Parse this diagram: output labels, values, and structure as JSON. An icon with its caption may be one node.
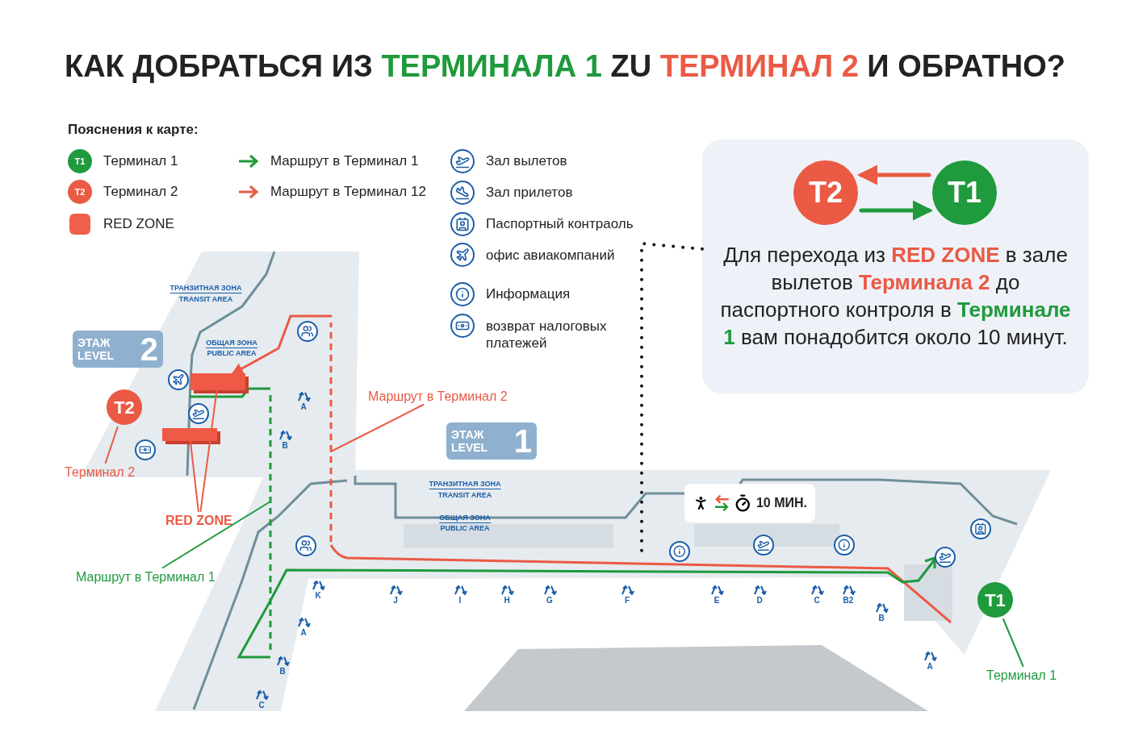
{
  "diagram": {
    "title": "КАК ДОБРАТЬСЯ ИЗ **ТЕРМИНАЛА 1** ZU *ТЕРМИНАЛ 2* И ОБРАТНО?",
    "nodes": [
      {
        "text": [
          "Для перехода из *RED ZONE* в зале вылетов *Терминала 2* до паспортного контроля в **Терминале 1** вам понадобится около 10 минут."
        ]
      },
      {
        "text": [
          "T2"
        ],
        "in": 0
      },
      {
        "text": [
          "T1"
        ],
        "in": 0
      },
      {
        "text": [
          "ЭТАЖ LEVEL",
          "2"
        ]
      },
      {
        "text": [
          "T2"
        ]
      },
      {
        "text": [
          "Терминал 2"
        ]
      },
      {
        "text": [],
        "shape": "box"
      },
      {
        "text": [],
        "shape": "box"
      },
      {
        "text": [
          "RED ZONE"
        ]
      },
      {
        "text": [
          "Маршрут в Терминал 2"
        ]
      },
      {
        "text": [
          "ЭТАЖ LEVEL",
          "1"
        ]
      },
      {
        "text": [
          "Маршрут в Терминал 1"
        ]
      },
      {
        "text": [
          "10 МИН."
        ]
      },
      {
        "text": [
          "T1"
        ]
      },
      {
        "text": [
          "Терминал 1"
        ]
      }
    ],
    "edges": [
      {
        "from": 2,
        "to": 1,
        "arrow": "to",
        "style": "thick",
        "color": "#ea5a45"
      },
      {
        "from": 1,
        "to": 2,
        "arrow": "to",
        "style": "thick",
        "color": "#1f9a3c"
      },
      {
        "from": 0,
        "to": null,
        "arrow": "none",
        "style": "dashed",
        "color": "#111111"
      },
      {
        "from": 5,
        "to": 4,
        "arrow": "none",
        "color": "#ea5a45"
      },
      {
        "from": 8,
        "to": 6,
        "arrow": "none",
        "color": "#ea5a45"
      },
      {
        "from": 8,
        "to": 7,
        "arrow": "none",
        "color": "#ea5a45"
      },
      {
        "from": 9,
        "to": null,
        "arrow": "none",
        "color": "#ea5a45"
      },
      {
        "from": 11,
        "to": null,
        "arrow": "none",
        "color": "#1f9a3c"
      },
      {
        "from": 14,
        "to": 13,
        "arrow": "none",
        "color": "#1f9a3c"
      },
      {
        "from": null,
        "to": 6,
        "arrow": "to",
        "color": "#ea5a45"
      }
    ],
    "labels": [
      "Пояснения к карте:",
      "T1",
      "T2",
      "ТРАНЗИТНАЯ ЗОНА",
      "TRANSIT AREA",
      "ОБЩАЯ ЗОНА",
      "PUBLIC AREA",
      "A",
      "B",
      "ТРАНЗИТНАЯ ЗОНА",
      "TRANSIT AREA",
      "ОБЩАЯ ЗОНА",
      "PUBLIC AREA",
      "K",
      "J",
      "I",
      "H",
      "G",
      "F",
      "E",
      "D",
      "C",
      "B2",
      "B",
      "A",
      "A",
      "B",
      "C"
    ],
    "legend": [
      {
        "text": "Терминал 1",
        "color": "#1f9a3c"
      },
      {
        "text": "Терминал 2",
        "color": "#ea5a45"
      },
      {
        "text": "RED ZONE",
        "color": "#f0604c"
      },
      {
        "text": "Маршрут в Терминал 1"
      },
      {
        "text": "Маршрут в Терминал 12"
      },
      {
        "text": "Зал вылетов"
      },
      {
        "text": "Зал прилетов"
      },
      {
        "text": "Паспортный контраоль"
      },
      {
        "text": "офис авиакомпаний"
      },
      {
        "text": "Информация"
      },
      {
        "text": "возврат налоговых платежей"
      }
    ]
  }
}
